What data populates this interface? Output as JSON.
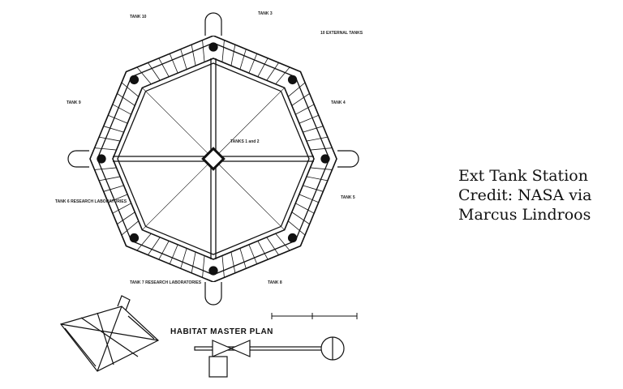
{
  "diagram": {
    "title": "HABITAT MASTER PLAN",
    "labels": {
      "top_left": "TANK 10",
      "top_right": "TANK 3",
      "external": "10 EXTERNAL TANKS",
      "left_upper": "TANK 9",
      "right_upper": "TANK 4",
      "center": "TANKS 1 and 2",
      "left_lower": "TANK 6 RESEARCH LABORATORIES",
      "right_lower": "TANK 5",
      "bottom_left": "TANK 7 RESEARCH LABORATORIES",
      "bottom_right": "TANK 8"
    }
  },
  "caption": {
    "line1": "Ext Tank Station",
    "line2": "Credit: NASA via",
    "line3": "Marcus Lindroos"
  }
}
